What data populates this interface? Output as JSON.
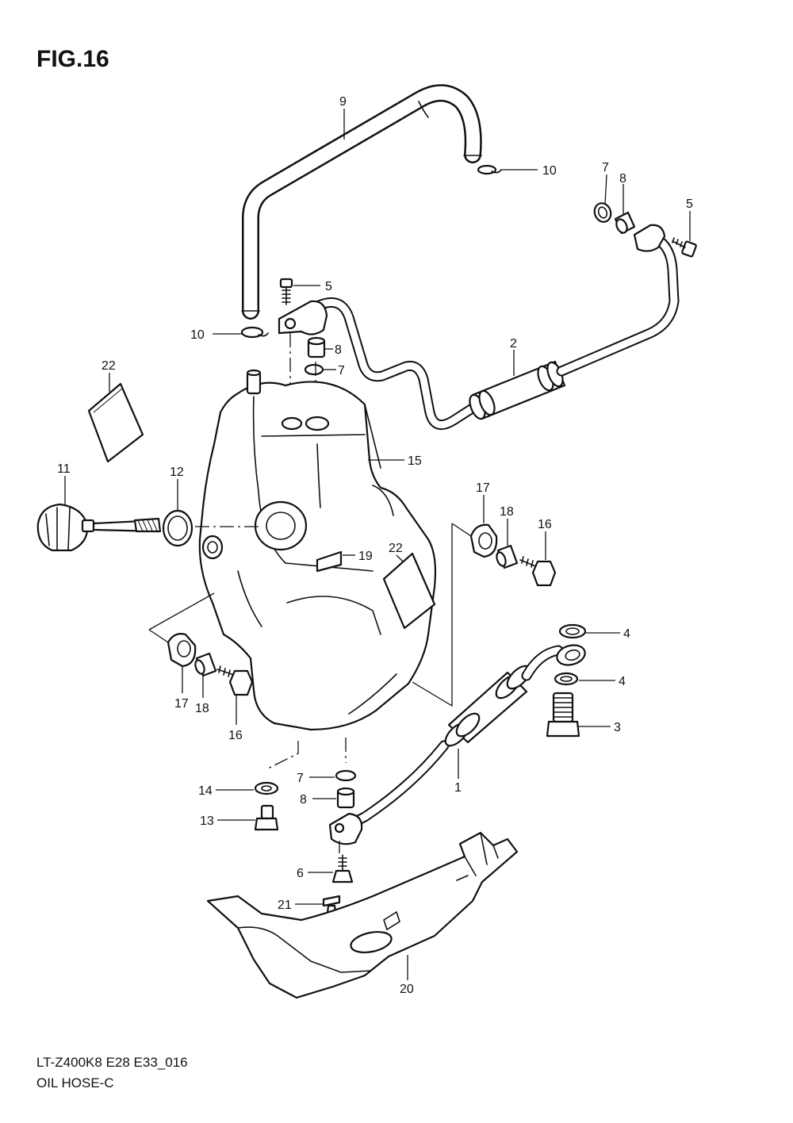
{
  "figure": {
    "title": "FIG.16",
    "model_code": "LT-Z400K8 E28 E33_016",
    "caption": "OIL HOSE-C"
  },
  "callouts": [
    {
      "id": "c9",
      "label": "9"
    },
    {
      "id": "c10a",
      "label": "10"
    },
    {
      "id": "c7a",
      "label": "7"
    },
    {
      "id": "c8a",
      "label": "8"
    },
    {
      "id": "c5a",
      "label": "5"
    },
    {
      "id": "c5b",
      "label": "5"
    },
    {
      "id": "c10b",
      "label": "10"
    },
    {
      "id": "c8b",
      "label": "8"
    },
    {
      "id": "c7b",
      "label": "7"
    },
    {
      "id": "c2",
      "label": "2"
    },
    {
      "id": "c22a",
      "label": "22"
    },
    {
      "id": "c15",
      "label": "15"
    },
    {
      "id": "c11",
      "label": "11"
    },
    {
      "id": "c12",
      "label": "12"
    },
    {
      "id": "c17a",
      "label": "17"
    },
    {
      "id": "c18a",
      "label": "18"
    },
    {
      "id": "c16a",
      "label": "16"
    },
    {
      "id": "c19",
      "label": "19"
    },
    {
      "id": "c22b",
      "label": "22"
    },
    {
      "id": "c4a",
      "label": "4"
    },
    {
      "id": "c4b",
      "label": "4"
    },
    {
      "id": "c3",
      "label": "3"
    },
    {
      "id": "c17b",
      "label": "17"
    },
    {
      "id": "c18b",
      "label": "18"
    },
    {
      "id": "c16b",
      "label": "16"
    },
    {
      "id": "c1",
      "label": "1"
    },
    {
      "id": "c7c",
      "label": "7"
    },
    {
      "id": "c8c",
      "label": "8"
    },
    {
      "id": "c14",
      "label": "14"
    },
    {
      "id": "c13",
      "label": "13"
    },
    {
      "id": "c6",
      "label": "6"
    },
    {
      "id": "c21",
      "label": "21"
    },
    {
      "id": "c20",
      "label": "20"
    }
  ]
}
